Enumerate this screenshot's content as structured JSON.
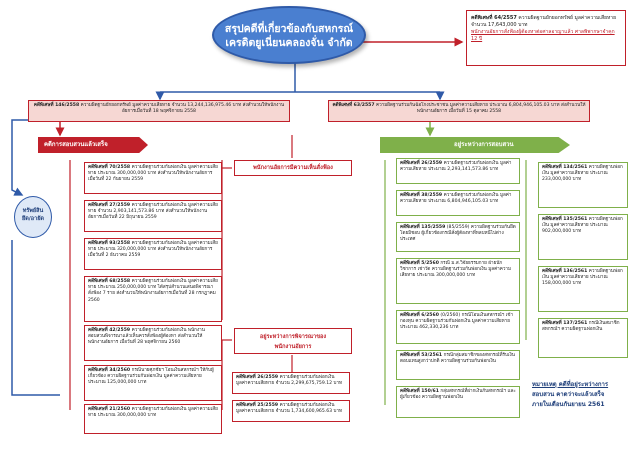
{
  "title": {
    "line1": "สรุปคดีที่เกี่ยวข้องกับสหกรณ์",
    "line2": "เครดิตยูเนี่ยนคลองจั่น จำกัด"
  },
  "top_right": {
    "id": "คดีพิเศษที่ 64/2557",
    "text": "ความผิดฐานยักยอกทรัพย์ มูลค่าความเสียหาย จำนวน 17,643,000 บาท",
    "red_text": "พนักงานอัยการสั่งฟ้องผู้ต้องหาต่อศาลอาญาแล้ว ศาลพิพากษาจำคุก 12 ปี"
  },
  "banner_left": {
    "id": "คดีพิเศษที่ 146/2558",
    "text": "ความผิดฐานยักยอกทรัพย์ มูลค่าความเสียหาย จำนวน 13,244,136,975.46 บาท ส่งสำนวนให้พนักงานอัยการเมื่อวันที่ 18 พฤศจิกายน 2558"
  },
  "banner_right": {
    "id": "คดีพิเศษที่ 63/2557",
    "text": "ความผิดฐานร่วมกันฉ้อโกงประชาชน มูลค่าความเสียหาย ประมาณ 6,804,946,105.03 บาท ส่งสำนวนให้พนักงานอัยการ เมื่อวันที่ 15 ตุลาคม 2558"
  },
  "left_section": "คดีการสอบสวนแล้วเสร็จ",
  "right_section": "อยู่ระหว่างการสอบสวน",
  "side_circle": {
    "line1": "ทรัพย์สิน",
    "line2": "ยึด/อายัด"
  },
  "mid_label_1": "พนักงานอัยการมีความเห็นสั่งฟ้อง",
  "mid_label_2": {
    "line1": "อยู่ระหว่างการพิจารณาของ",
    "line2": "พนักงานอัยการ"
  },
  "left_cases": [
    {
      "id": "คดีพิเศษที่ 70/2558",
      "text": "ความผิดฐานร่วมกันฟอกเงิน มูลค่าความเสียหาย ประมาณ 300,000,000 บาท ส่งสำนวนให้พนักงานอัยการ เมื่อวันที่ 22 กันยายน 2559"
    },
    {
      "id": "คดีพิเศษที่ 27/2559",
      "text": "ความผิดฐานร่วมกันฟอกเงิน มูลค่าความเสียหาย จำนวน 2,903,141,573.86 บาท ส่งสำนวนให้พนักงานอัยการเมื่อวันที่ 22 มิถุนายน 2559"
    },
    {
      "id": "คดีพิเศษที่ 93/2558",
      "text": "ความผิดฐานร่วมกันฟอกเงิน มูลค่าความเสียหาย ประมาณ 320,000,000 บาท ส่งสำนวนให้พนักงานอัยการเมื่อวันที่ 2 ธันวาคม 2559"
    },
    {
      "id": "คดีพิเศษที่ 68/2558",
      "text": "ความผิดฐานร่วมกันฟอกเงิน มูลค่าความเสียหาย ประมาณ 250,000,000 บาท ได้สรุปสำนวนเสนอพิจารณาสั่งฟ้อง 7 ราย ส่งสำนวนให้พนักงานอัยการเมื่อวันที่ 28 กรกฎาคม 2560"
    },
    {
      "id": "คดีพิเศษที่ 42/2559",
      "text": "ความผิดฐานร่วมกันฟอกเงิน พนักงานสอบสวนพิจารณาแล้วเห็นควรสั่งฟ้องผู้ต้องหา ส่งสำนวนให้พนักงานอัยการ เมื่อวันที่ 28 พฤศจิกายน 2560"
    },
    {
      "id": "คดีพิเศษที่ 34/2560",
      "text": "กรณีนายศุภชัยฯ โอนเงินสหกรณ์ฯ ให้กับผู้เกี่ยวข้อง ความผิดฐานร่วมกันฟอกเงิน มูลค่าความเสียหาย ประมาณ 125,000,000 บาท"
    },
    {
      "id": "คดีพิเศษที่ 21/2560",
      "text": "ความผิดฐานร่วมกันฟอกเงิน มูลค่าความเสียหาย ประมาณ 300,000,000 บาท"
    }
  ],
  "mid_cases": [
    {
      "id": "คดีพิเศษที่ 26/2559",
      "text": "ความผิดฐานร่วมกันฟอกเงิน มูลค่าความเสียหาย จำนวน 2,299,675,759.12 บาท"
    },
    {
      "id": "คดีพิเศษที่ 25/2559",
      "text": "ความผิดฐานร่วมกันฟอกเงิน มูลค่าความเสียหาย จำนวน 1,734,600,965.63 บาท"
    }
  ],
  "right_cases_a": [
    {
      "id": "คดีพิเศษที่ 26/2559",
      "text": "ความผิดฐานร่วมกันฟอกเงิน มูลค่าความเสียหาย ประมาณ 2,293,141,573.86 บาท"
    },
    {
      "id": "คดีพิเศษที่ 38/2559",
      "text": "ความผิดฐานร่วมกันฟอกเงิน มูลค่าความเสียหาย ประมาณ 6,804,946,105.03 บาท"
    },
    {
      "id": "คดีพิเศษที่ 135/2559",
      "text": "(85/2559) ความผิดฐานร่วมกันยึดโดยมิชอบ ผู้เกี่ยวข้องกรณีสั่งผู้ต้องหาที่หลบหนีไปต่างประเทศ"
    },
    {
      "id": "คดีพิเศษที่ 5/2560",
      "text": "กรณี ม.ส.วิจัยธรรมกาย ฝ่ายนักวิชาการ เช่าวัด ความผิดฐานร่วมกันฟอกเงิน มูลค่าความเสียหาย ประมาณ 300,000,000 บาท"
    },
    {
      "id": "คดีพิเศษที่ 6/2560",
      "text": "(0/2560) กรณีโอนเงินสหกรณ์ฯ เข้ากองทุน ความผิดฐานร่วมกันฟอกเงิน มูลค่าความเสียหาย ประมาณ 462,330,236 บาท"
    },
    {
      "id": "คดีพิเศษที่ 53/2561",
      "text": "กรณีกลุ่มสมาชิกของสหกรณ์ที่รับเงินตอบแทนสูงกว่าปกติ ความผิดฐานร่วมกันฟอกเงิน"
    },
    {
      "id": "คดีพิเศษที่ 150/61",
      "text": "กลุ่มสหกรณ์ที่ฝากเงินกับสหกรณ์ฯ และผู้เกี่ยวข้อง ความผิดฐานฟอกเงิน"
    }
  ],
  "right_cases_b": [
    {
      "id": "คดีพิเศษที่ 134/2561",
      "text": "ความผิดฐานฟอกเงิน มูลค่าความเสียหาย ประมาณ 233,000,000 บาท"
    },
    {
      "id": "คดีพิเศษที่ 135/2561",
      "text": "ความผิดฐานฟอกเงิน มูลค่าความเสียหาย ประมาณ 902,000,000 บาท"
    },
    {
      "id": "คดีพิเศษที่ 136/2561",
      "text": "ความผิดฐานฟอกเงิน มูลค่าความเสียหาย ประมาณ 158,000,000 บาท"
    },
    {
      "id": "คดีพิเศษที่ 137/2561",
      "text": "กรณีเงินสมาชิกสหกรณ์ฯ ความผิดฐานฟอกเงิน"
    }
  ],
  "note": {
    "line1": "หมายเหตุ คดีที่อยู่ระหว่างการ",
    "line2": "สอบสวน คาดว่าจะแล้วเสร็จ",
    "line3": "ภายในเดือนกันยายน 2561"
  },
  "colors": {
    "red": "#c0202a",
    "green": "#7fb04a",
    "blue": "#2f5aa8",
    "title_fill": "#4a7fd0",
    "circle_fill": "#dfe9f7"
  }
}
